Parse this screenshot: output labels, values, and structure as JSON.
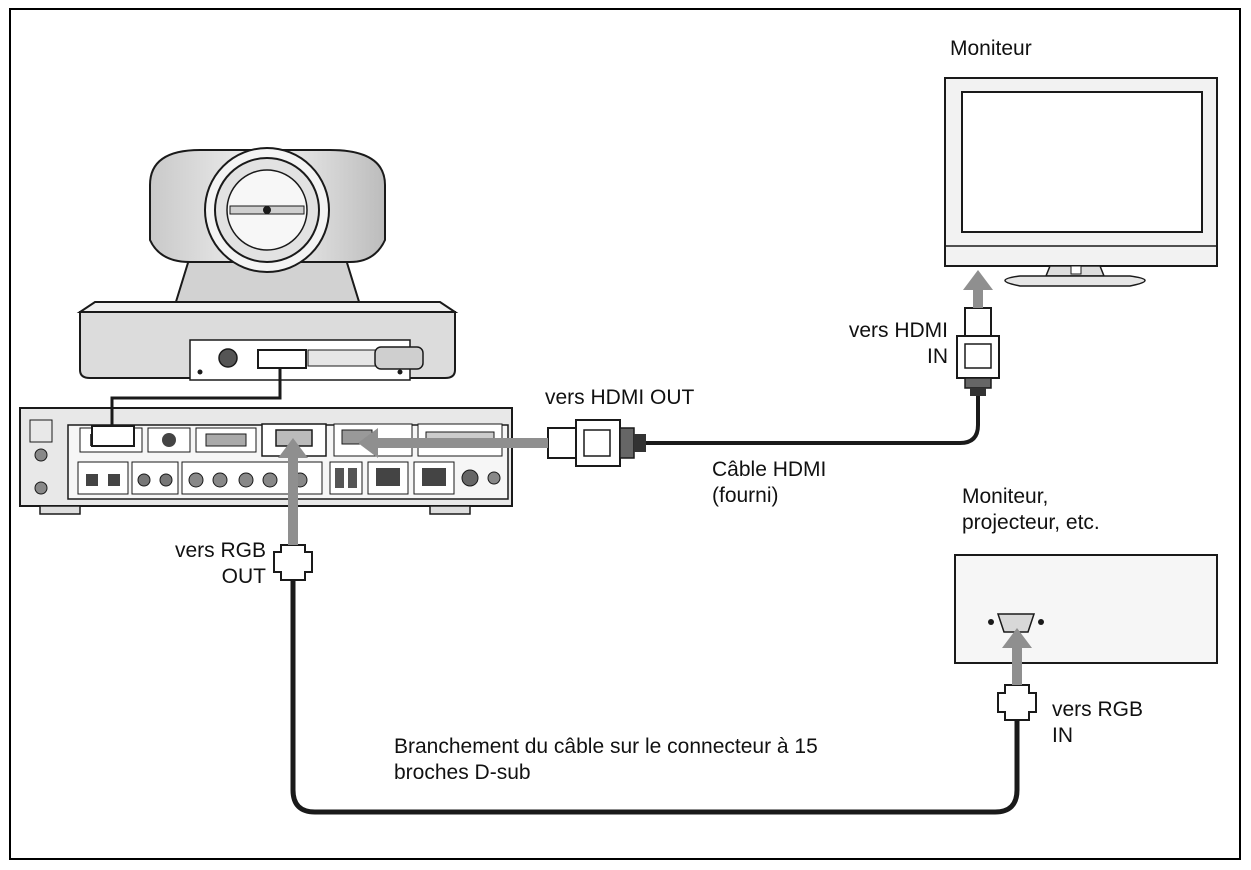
{
  "labels": {
    "monitor": "Moniteur",
    "hdmi_in_line1": "vers HDMI",
    "hdmi_in_line2": "IN",
    "hdmi_out": "vers HDMI OUT",
    "hdmi_cable_line1": "Câble HDMI",
    "hdmi_cable_line2": "(fourni)",
    "monitor_projector_line1": "Moniteur,",
    "monitor_projector_line2": "projecteur, etc.",
    "rgb_out_line1": "vers RGB",
    "rgb_out_line2": "OUT",
    "rgb_in_line1": "vers RGB",
    "rgb_in_line2": "IN",
    "dsub_note_line1": "Branchement du câble sur le connecteur à 15",
    "dsub_note_line2": "broches D-sub"
  },
  "colors": {
    "line": "#1a1a1a",
    "device_fill": "#e4e4e4",
    "device_dark": "#bdbdbd",
    "arrow": "#8f8f8f"
  },
  "icons": [
    "camera-icon",
    "codec-unit-icon",
    "monitor-icon",
    "projector-box-icon",
    "hdmi-plug-icon",
    "dsub-plug-icon",
    "arrow-icon"
  ]
}
